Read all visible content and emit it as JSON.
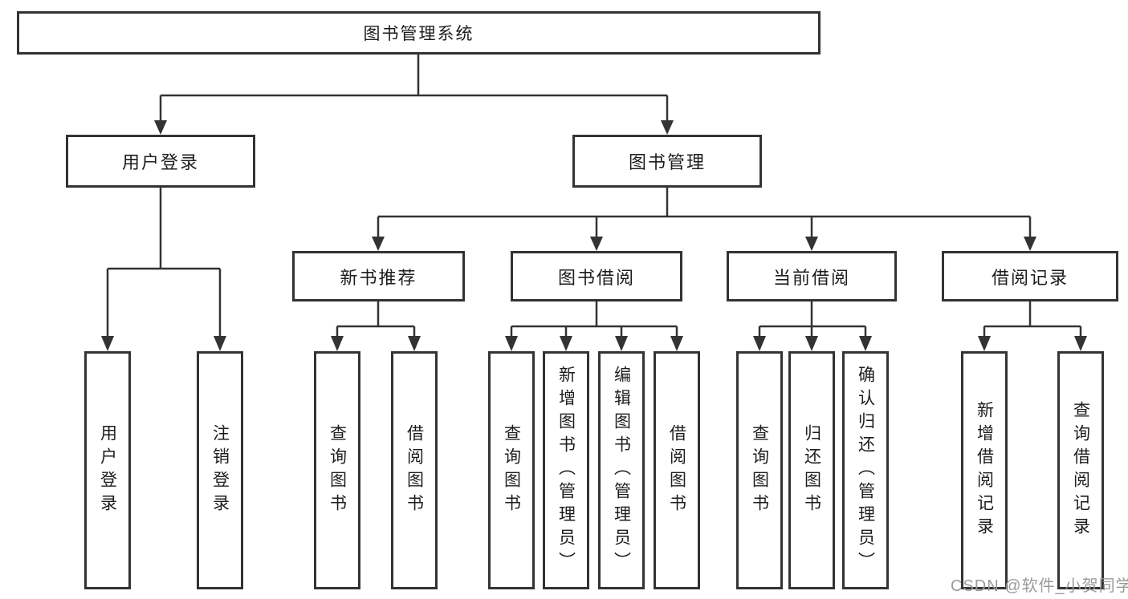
{
  "tree": {
    "root": {
      "label": "图书管理系统"
    },
    "level1": [
      {
        "label": "用户登录",
        "children": [
          {
            "label": "用户登录"
          },
          {
            "label": "注销登录"
          }
        ]
      },
      {
        "label": "图书管理",
        "children": [
          {
            "label": "新书推荐",
            "children": [
              {
                "label": "查询图书"
              },
              {
                "label": "借阅图书"
              }
            ]
          },
          {
            "label": "图书借阅",
            "children": [
              {
                "label": "查询图书"
              },
              {
                "label": "新增图书（管理员）"
              },
              {
                "label": "编辑图书（管理员）"
              },
              {
                "label": "借阅图书"
              }
            ]
          },
          {
            "label": "当前借阅",
            "children": [
              {
                "label": "查询图书"
              },
              {
                "label": "归还图书"
              },
              {
                "label": "确认归还（管理员）"
              }
            ]
          },
          {
            "label": "借阅记录",
            "children": [
              {
                "label": "新增借阅记录"
              },
              {
                "label": "查询借阅记录"
              }
            ]
          }
        ]
      }
    ]
  },
  "watermark": {
    "text": "CSDN @软件_小贺同学"
  },
  "colors": {
    "line": "#333333",
    "box_border": "#333333",
    "box_fill": "#ffffff",
    "text": "#1d1d1d",
    "watermark": "#9a9a9a"
  }
}
